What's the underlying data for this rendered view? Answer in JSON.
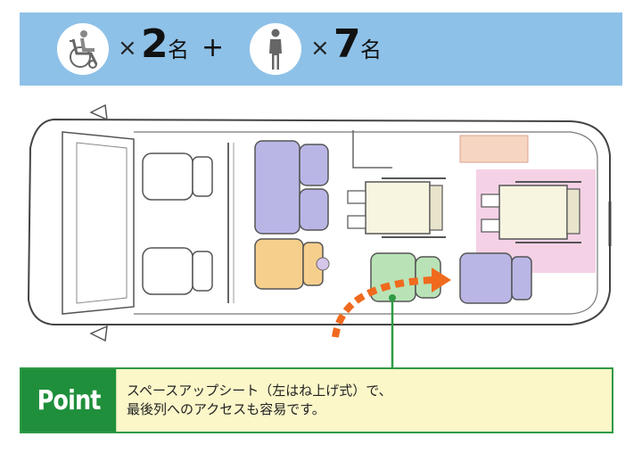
{
  "header": {
    "wheelchair_icon": "wheelchair-icon",
    "wheelchair_count": "2",
    "person_icon": "person-icon",
    "person_count": "7",
    "times": "×",
    "unit": "名",
    "plus": "+"
  },
  "point": {
    "label": "Point",
    "line1": "スペースアップシート（左はね上げ式）で、",
    "line2": "最後列へのアクセスも容易です。"
  },
  "colors": {
    "banner": "#8ec1e8",
    "point_green": "#1f8f3b",
    "point_bg": "#fbf7c9",
    "arrow": "#f06a1e",
    "seat_purple": "#b9b6e6",
    "seat_orange": "#f7cf8d",
    "seat_green": "#b9e3b6",
    "highlight_pink": "#f3c6e0"
  }
}
